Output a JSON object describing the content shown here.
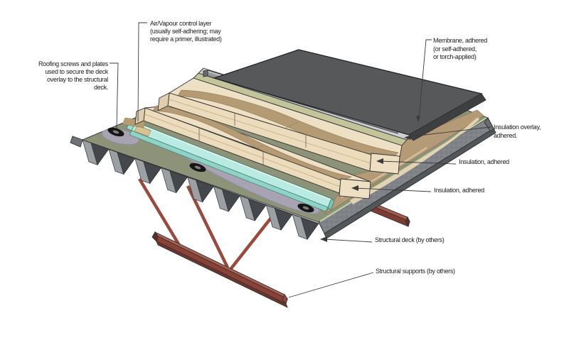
{
  "diagram": {
    "type": "roof-assembly-cutaway",
    "labels": {
      "roofing_screws": {
        "line1": "Roofing screws and plates",
        "line2": "used to secure the deck",
        "line3": "overlay to the structural",
        "line4": "deck."
      },
      "avb": {
        "line1": "Air/Vapour control layer",
        "line2": "(usually self-adhering; may",
        "line3": "require a primer, illustrated)"
      },
      "membrane": {
        "line1": "Membrane, adhered",
        "line2": "(or self-adhered,",
        "line3": "or torch-applied)"
      },
      "insulation_overlay": {
        "line1": "Insulation overlay,",
        "line2": "adhered."
      },
      "insulation_upper": {
        "line1": "Insulation, adhered"
      },
      "insulation_lower": {
        "line1": "Insulation, adhered"
      },
      "structural_deck": {
        "line1": "Structural deck (by others)"
      },
      "structural_supports": {
        "line1": "Structural supports (by others)"
      }
    },
    "colors": {
      "membrane_top": "#57585a",
      "membrane_side": "#3e3f41",
      "roll_bar": "#97989b",
      "grey_band": "#cdced0",
      "olive_band": "#c3c49a",
      "insulation_cream": "#eee0c4",
      "insulation_face": "#ecdcbc",
      "adhesive_tan": "#b59b74",
      "adhesive_cream_ribbon": "#e3d3b2",
      "overlay_green": "#8c9378",
      "overlay_edge_green": "#c9d2a9",
      "adhesive_grey": "#a8a3b2",
      "avb_cyan": "#b9ebe2",
      "avb_cyan_dark": "#8ed3c6",
      "deck_grey": "#7f8387",
      "deck_light": "#9aa0a4",
      "deck_dark": "#44474b",
      "deck_lip": "#54575a",
      "supports_red": "#9a4a3d",
      "supports_red_light": "#b0604f",
      "supports_red_dark": "#6f352c",
      "outline": "#2f3133"
    },
    "corrugation": {
      "flute_count": 9
    }
  }
}
